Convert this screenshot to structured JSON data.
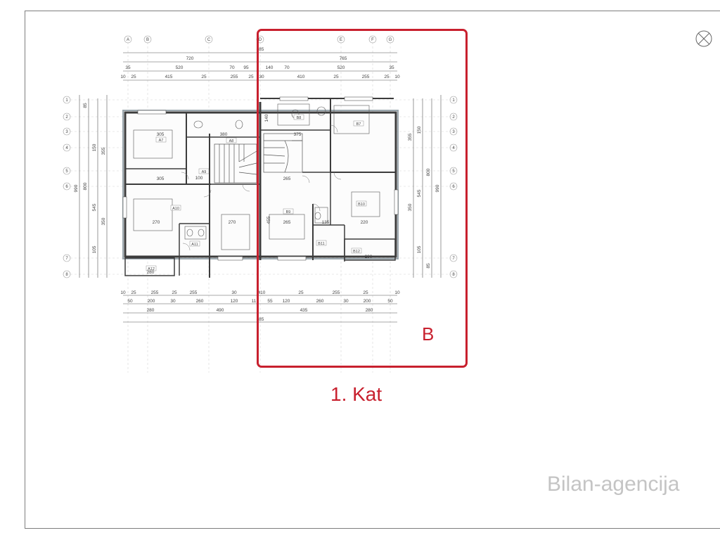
{
  "highlight": {
    "label": "B",
    "caption": "1. Kat",
    "color": "#c8202e"
  },
  "watermark": "Bilan-agencija",
  "compass_icon": "north-arrow-icon",
  "plan": {
    "grid_cols": [
      "A",
      "B",
      "C",
      "D",
      "E",
      "F",
      "G"
    ],
    "grid_rows": [
      "1",
      "2",
      "3",
      "4",
      "5",
      "6",
      "7",
      "8"
    ],
    "dim_top": [
      [
        "885"
      ],
      [
        "720",
        "765"
      ],
      [
        "35",
        "520",
        "70",
        "95",
        "140",
        "70",
        "520",
        "35"
      ],
      [
        "10",
        "25",
        "415",
        "25",
        "255",
        "25",
        "30",
        "410",
        "25",
        "255",
        "25",
        "10"
      ]
    ],
    "dim_bottom": [
      [
        "10",
        "25",
        "255",
        "25",
        "255",
        "30",
        "410",
        "25",
        "255",
        "25",
        "10"
      ],
      [
        "50",
        "200",
        "30",
        "260",
        "120",
        "11",
        "55",
        "120",
        "260",
        "30",
        "200",
        "50"
      ],
      [
        "280",
        "490",
        "435",
        "280"
      ],
      [
        "885"
      ]
    ],
    "dim_left": [
      "990",
      "800",
      "545",
      "350",
      "150",
      "355",
      "105",
      "85"
    ],
    "dim_right": [
      "990",
      "800",
      "545",
      "355",
      "150",
      "105",
      "85",
      "350"
    ],
    "room_tags": [
      "A7",
      "A8",
      "A9",
      "A10",
      "A11",
      "A12",
      "B7",
      "B8",
      "B9",
      "B10",
      "B11",
      "B12"
    ],
    "room_dims": [
      "305",
      "380",
      "375",
      "305",
      "265",
      "270",
      "270",
      "265",
      "220",
      "135",
      "100",
      "280",
      "280",
      "140",
      "455"
    ]
  }
}
